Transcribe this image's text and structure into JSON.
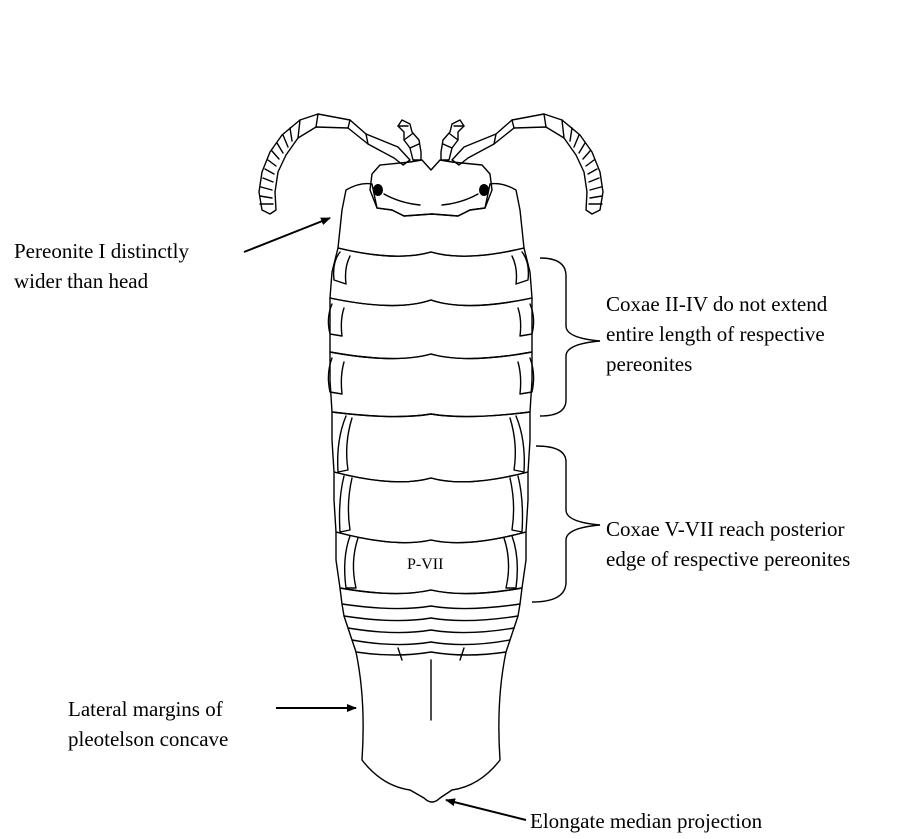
{
  "labels": {
    "pereonite_i": [
      "Pereonite I distinctly",
      "wider than head"
    ],
    "coxae_ii_iv": [
      "Coxae II-IV do not extend",
      "entire length of respective",
      "pereonites"
    ],
    "coxae_v_vii": [
      "Coxae V-VII reach posterior",
      "edge of respective pereonites"
    ],
    "pleotelson": [
      "Lateral margins of",
      "pleotelson concave"
    ],
    "median_projection": "Elongate median projection",
    "segment_p7": "P-VII"
  },
  "colors": {
    "ink": "#000000",
    "background": "#ffffff"
  }
}
